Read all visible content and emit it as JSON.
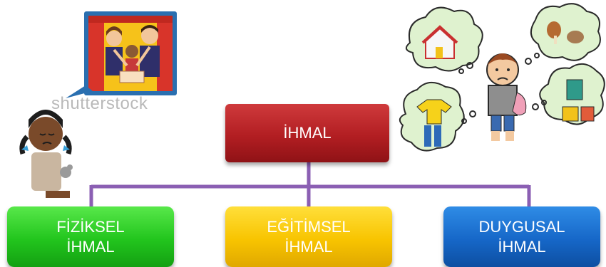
{
  "diagram": {
    "root": {
      "label": "İHMAL"
    },
    "children": [
      {
        "id": "physical",
        "line1": "FİZİKSEL",
        "line2": "İHMAL"
      },
      {
        "id": "educational",
        "line1": "EĞİTİMSEL",
        "line2": "İHMAL"
      },
      {
        "id": "emotional",
        "line1": "DUYGUSAL",
        "line2": "İHMAL"
      }
    ]
  },
  "watermark": "shutterstock",
  "colors": {
    "root": "#b21e22",
    "physical": "#22c51d",
    "educational": "#f8c400",
    "emotional": "#1667c8",
    "connector": "#8b5fb3"
  },
  "illustrations": [
    {
      "name": "sad-girl-dreaming-family-illustration"
    },
    {
      "name": "sad-boy-needs-illustration"
    }
  ]
}
